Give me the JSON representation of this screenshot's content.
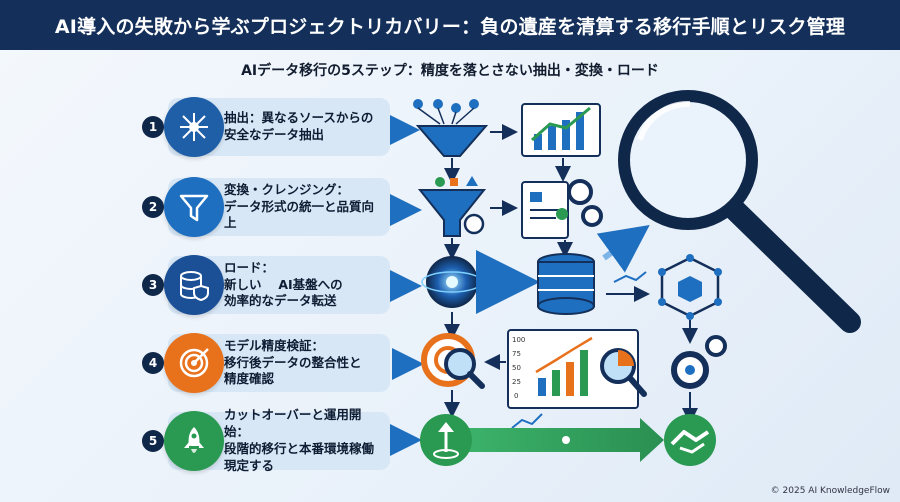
{
  "title": "AI導入の失敗から学ぶプロジェクトリカバリー：負の遺産を清算する移行手順とリスク管理",
  "subtitle": "AIデータ移行の5ステップ：精度を落とさない抽出・変換・ロード",
  "steps": [
    {
      "number": "1",
      "label": "抽出：異なるソースからの\n安全なデータ抽出",
      "icon": "network-hub-icon",
      "color": "#1f5fa8"
    },
    {
      "number": "2",
      "label": "変換・クレンジング：\nデータ形式の統一と品質向上",
      "icon": "filter-funnel-icon",
      "color": "#1e6fc0"
    },
    {
      "number": "3",
      "label": "ロード：\n新しい　 AI基盤への\n効率的なデータ転送",
      "icon": "database-shield-icon",
      "color": "#1b4f96"
    },
    {
      "number": "4",
      "label": "モデル精度検証：\n移行後データの整合性と\n精度確認",
      "icon": "target-icon",
      "color": "#e8711c"
    },
    {
      "number": "5",
      "label": "カットオーバーと運用開始：\n段階的移行と本番環境稼働\n現定する",
      "icon": "rocket-icon",
      "color": "#2a9a52"
    }
  ],
  "chart_ticks": [
    "100",
    "75",
    "50",
    "25",
    "0"
  ],
  "footer": "© 2025 AI KnowledgeFlow",
  "colors": {
    "navy": "#14305a",
    "blue": "#1e6fc0",
    "light_blue": "#d7e7f6",
    "orange": "#e8711c",
    "green": "#2a9a52"
  }
}
